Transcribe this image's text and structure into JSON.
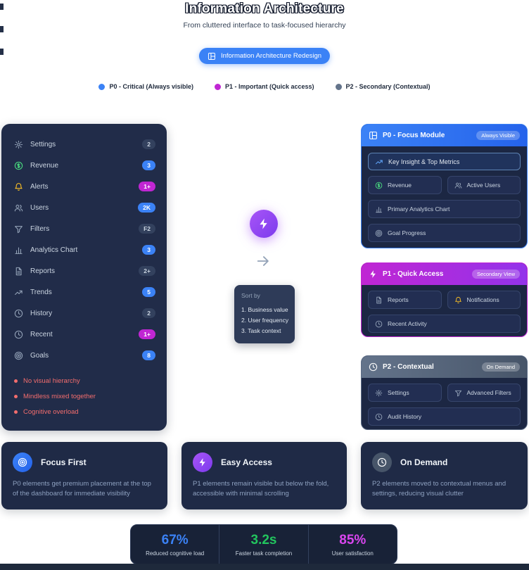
{
  "header": {
    "title": "Information Architecture",
    "subtitle": "From cluttered interface to task-focused hierarchy",
    "pill_label": "Information Architecture Redesign"
  },
  "legend": {
    "items": [
      {
        "label": "P0 - Critical (Always visible)",
        "color": "#3b82f6"
      },
      {
        "label": "P1 - Important (Quick access)",
        "color": "#c026d3"
      },
      {
        "label": "P2 - Secondary (Contextual)",
        "color": "#64748b"
      }
    ]
  },
  "cluttered": {
    "items": [
      {
        "label": "Settings",
        "badge": "2",
        "icon": "gear-icon",
        "badge_color": "slate"
      },
      {
        "label": "Revenue",
        "badge": "3",
        "icon": "dollar-icon",
        "badge_color": "blue"
      },
      {
        "label": "Alerts",
        "badge": "1+",
        "icon": "bell-icon",
        "badge_color": "magenta"
      },
      {
        "label": "Users",
        "badge": "2K",
        "icon": "users-icon",
        "badge_color": "blue"
      },
      {
        "label": "Filters",
        "badge": "F2",
        "icon": "filter-icon",
        "badge_color": "slate"
      },
      {
        "label": "Analytics Chart",
        "badge": "3",
        "icon": "bar-chart-icon",
        "badge_color": "blue"
      },
      {
        "label": "Reports",
        "badge": "2+",
        "icon": "file-icon",
        "badge_color": "slate"
      },
      {
        "label": "Trends",
        "badge": "5",
        "icon": "trending-up-icon",
        "badge_color": "blue"
      },
      {
        "label": "History",
        "badge": "2",
        "icon": "clock-icon",
        "badge_color": "slate"
      },
      {
        "label": "Recent",
        "badge": "1+",
        "icon": "clock-icon",
        "badge_color": "magenta"
      },
      {
        "label": "Goals",
        "badge": "8",
        "icon": "target-icon",
        "badge_color": "blue"
      }
    ],
    "problems": [
      "No visual hierarchy",
      "Mindless mixed together",
      "Cognitive overload"
    ]
  },
  "transform": {
    "sort_title": "Sort by",
    "sort_items": [
      "1. Business value",
      "2. User frequency",
      "3. Task context"
    ]
  },
  "modules": {
    "p0": {
      "title": "P0 - Focus Module",
      "badge": "Always Visible",
      "featured": "Key Insight & Top Metrics",
      "row": [
        "Revenue",
        "Active Users"
      ],
      "full": [
        "Primary Analytics Chart",
        "Goal Progress"
      ]
    },
    "p1": {
      "title": "P1 - Quick Access",
      "badge": "Secondary View",
      "row": [
        "Reports",
        "Notifications"
      ],
      "full": [
        "Recent Activity"
      ]
    },
    "p2": {
      "title": "P2 - Contextual",
      "badge": "On Demand",
      "row": [
        "Settings",
        "Advanced Filters"
      ],
      "full": [
        "Audit History"
      ]
    }
  },
  "principles": [
    {
      "title": "Focus First",
      "desc": "P0 elements get premium placement at the top of the dashboard for immediate visibility"
    },
    {
      "title": "Easy Access",
      "desc": "P1 elements remain visible but below the fold, accessible with minimal scrolling"
    },
    {
      "title": "On Demand",
      "desc": "P2 elements moved to contextual menus and settings, reducing visual clutter"
    }
  ],
  "stats": [
    {
      "value": "67%",
      "label": "Reduced cognitive load",
      "color": "#3b82f6"
    },
    {
      "value": "3.2s",
      "label": "Faster task completion",
      "color": "#22c55e"
    },
    {
      "value": "85%",
      "label": "User satisfaction",
      "color": "#d946ef"
    }
  ],
  "colors": {
    "p0": "#3b82f6",
    "p1": "#c026d3",
    "p2": "#64748b",
    "success": "#22c55e",
    "warning": "#fbbf24",
    "danger": "#f26d6d",
    "panel": "#212c49"
  }
}
